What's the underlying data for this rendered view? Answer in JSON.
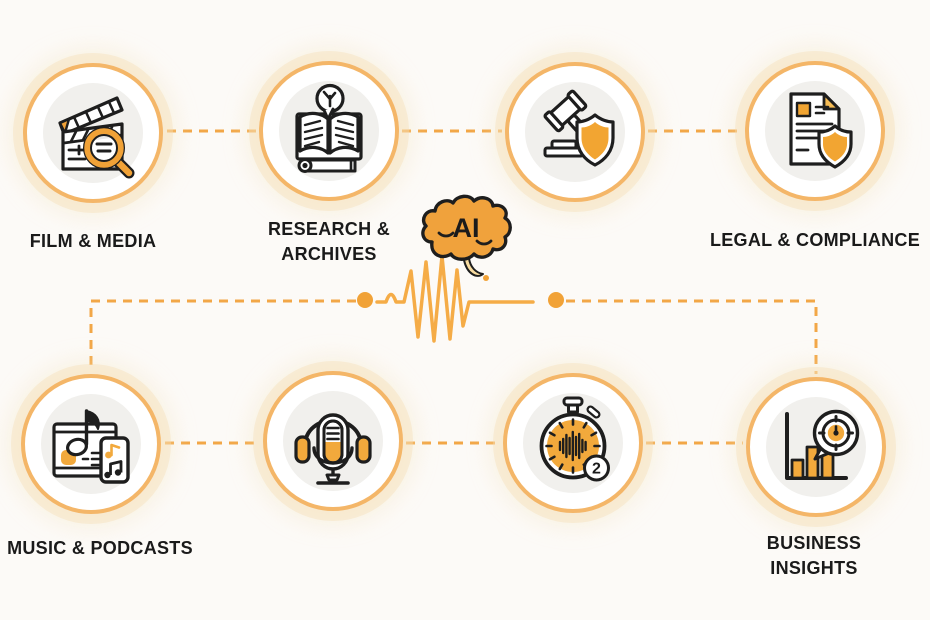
{
  "diagram": {
    "background_color": "#FCFAF7",
    "accent_orange": "#F2A747",
    "ring_orange": "#F4B668",
    "icon_fill_orange": "#F2A93C",
    "outline_color": "#1E1E1E",
    "center": {
      "ai_label": "AI"
    },
    "nodes": [
      {
        "id": "film-media",
        "label": "FILM & MEDIA",
        "icon": "clapperboard-magnifier-icon"
      },
      {
        "id": "research-archives",
        "label": "RESEARCH & ARCHIVES",
        "icon": "open-book-research-icon"
      },
      {
        "id": "gavel-shield",
        "icon": "gavel-shield-icon"
      },
      {
        "id": "legal-compliance",
        "label": "LEGAL & COMPLIANCE",
        "icon": "document-shield-icon"
      },
      {
        "id": "music-podcasts",
        "label": "MUSIC & PODCASTS",
        "icon": "music-player-phone-icon"
      },
      {
        "id": "microphone",
        "icon": "microphone-headphones-icon"
      },
      {
        "id": "stopwatch",
        "icon": "stopwatch-soundwave-icon",
        "badge": "2"
      },
      {
        "id": "business-insights",
        "label": "BUSINESS INSIGHTS",
        "icon": "bar-chart-target-icon"
      }
    ]
  }
}
